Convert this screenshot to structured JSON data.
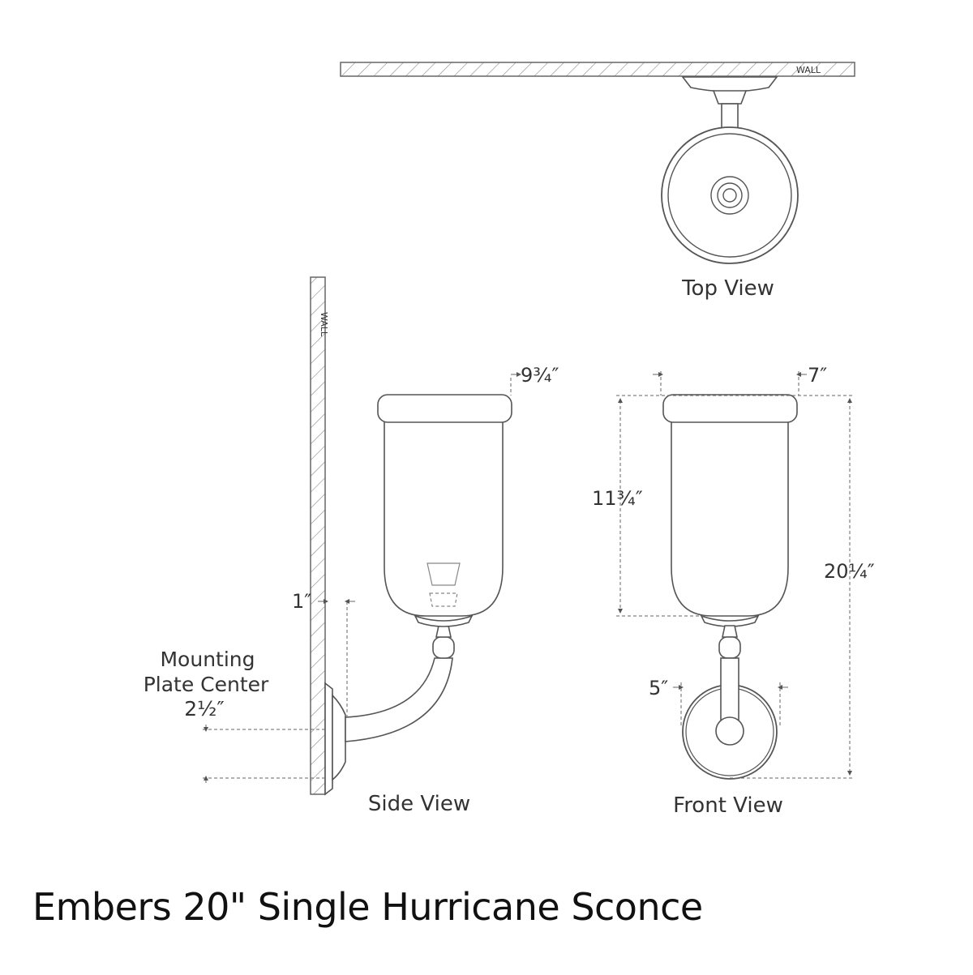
{
  "title": "Embers 20\" Single Hurricane Sconce",
  "views": {
    "top": "Top View",
    "side": "Side View",
    "front": "Front View"
  },
  "wall_label": "WALL",
  "mounting": {
    "line1": "Mounting",
    "line2": "Plate Center",
    "value": "2½″"
  },
  "dimensions": {
    "wall_offset": "1″",
    "extension": "9¾″",
    "width": "7″",
    "shade_height": "11¾″",
    "overall_height": "20¼″",
    "backplate": "5″"
  }
}
